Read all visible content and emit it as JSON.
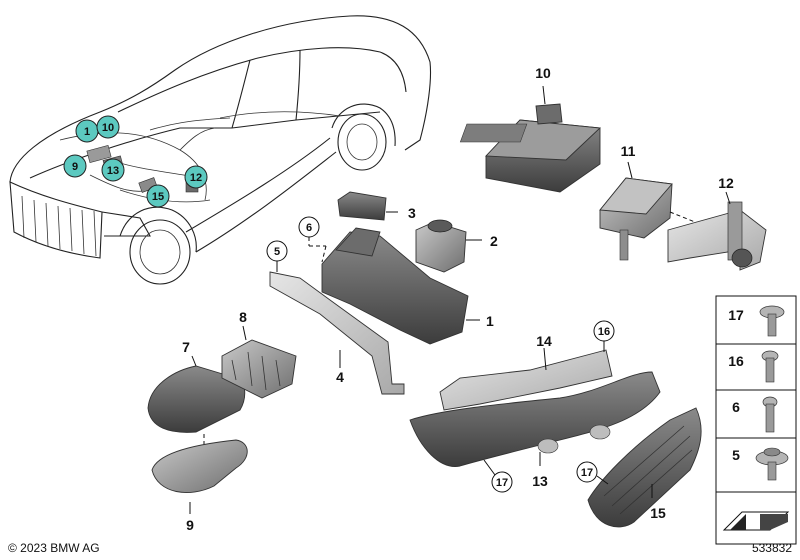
{
  "copyright": "© 2023 BMW AG",
  "diagram_number": "533832",
  "car_callouts": [
    {
      "id": "c1",
      "label": "1"
    },
    {
      "id": "c10",
      "label": "10"
    },
    {
      "id": "c9",
      "label": "9"
    },
    {
      "id": "c13",
      "label": "13"
    },
    {
      "id": "c12",
      "label": "12"
    },
    {
      "id": "c15",
      "label": "15"
    }
  ],
  "part_labels": {
    "p1": "1",
    "p2": "2",
    "p3": "3",
    "p4": "4",
    "p7": "7",
    "p8": "8",
    "p9": "9",
    "p10": "10",
    "p11": "11",
    "p12": "12",
    "p13": "13",
    "p14": "14",
    "p15": "15"
  },
  "ring_labels": {
    "r5": "5",
    "r6": "6",
    "r16": "16",
    "r17a": "17",
    "r17b": "17"
  },
  "fastener_panel": [
    {
      "label": "17"
    },
    {
      "label": "16"
    },
    {
      "label": "6"
    },
    {
      "label": "5"
    }
  ],
  "colors": {
    "callout_fill": "#5cc9c0",
    "part_dark": "#4a4a4a",
    "part_mid": "#7c7c7c",
    "part_light": "#bdbdbd"
  }
}
